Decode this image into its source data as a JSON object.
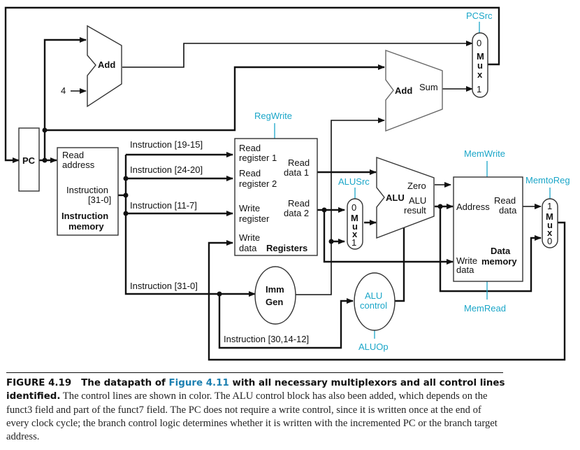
{
  "figure": {
    "number_label": "FIGURE 4.19",
    "title_part1": "The datapath of ",
    "title_link": "Figure 4.11",
    "title_part2": " with all necessary multiplexors and all control lines identified.",
    "body": " The control lines are shown in color. The ALU control block has also been added, which depends on the funct3 field and part of the funct7 field. The PC does not require a write control, since it is written once at the end of every clock cycle; the branch control logic determines whether it is written with the incremented PC or the branch target address."
  },
  "colors": {
    "control": "#1ba6c8",
    "link": "#1b7fb0",
    "wire": "#111111"
  },
  "units": {
    "pc": "PC",
    "add_pc": "Add",
    "constant_four": "4",
    "add_branch": "Add",
    "add_branch_sum": "Sum",
    "pc_mux": {
      "in0": "0",
      "in1": "1",
      "letters": [
        "M",
        "u",
        "x"
      ]
    },
    "instr_mem": {
      "read_address": [
        "Read",
        "address"
      ],
      "instruction_out": [
        "Instruction",
        "[31-0]"
      ],
      "name": [
        "Instruction",
        "memory"
      ]
    },
    "registers": {
      "read_reg1": [
        "Read",
        "register 1"
      ],
      "read_reg2": [
        "Read",
        "register 2"
      ],
      "write_reg": [
        "Write",
        "register"
      ],
      "write_data": [
        "Write",
        "data"
      ],
      "read_data1": [
        "Read",
        "data 1"
      ],
      "read_data2": [
        "Read",
        "data 2"
      ],
      "name": "Registers"
    },
    "alu_mux": {
      "in0": "0",
      "in1": "1",
      "letters": [
        "M",
        "u",
        "x"
      ]
    },
    "alu": {
      "name": "ALU",
      "zero": "Zero",
      "result": [
        "ALU",
        "result"
      ]
    },
    "data_mem": {
      "address": "Address",
      "read_data": [
        "Read",
        "data"
      ],
      "write_data": [
        "Write",
        "data"
      ],
      "name": [
        "Data",
        "memory"
      ]
    },
    "mem_mux": {
      "in1": "1",
      "in0": "0",
      "letters": [
        "M",
        "u",
        "x"
      ]
    },
    "imm_gen": [
      "Imm",
      "Gen"
    ],
    "alu_control": [
      "ALU",
      "control"
    ]
  },
  "wires": {
    "instr_19_15": "Instruction [19-15]",
    "instr_24_20": "Instruction [24-20]",
    "instr_11_7": "Instruction [11-7]",
    "instr_31_0": "Instruction [31-0]",
    "instr_30_14_12": "Instruction [30,14-12]"
  },
  "control_signals": {
    "pcsrc": "PCSrc",
    "regwrite": "RegWrite",
    "alusrc": "ALUSrc",
    "memwrite": "MemWrite",
    "memtoreg": "MemtoReg",
    "memread": "MemRead",
    "aluop": "ALUOp"
  }
}
